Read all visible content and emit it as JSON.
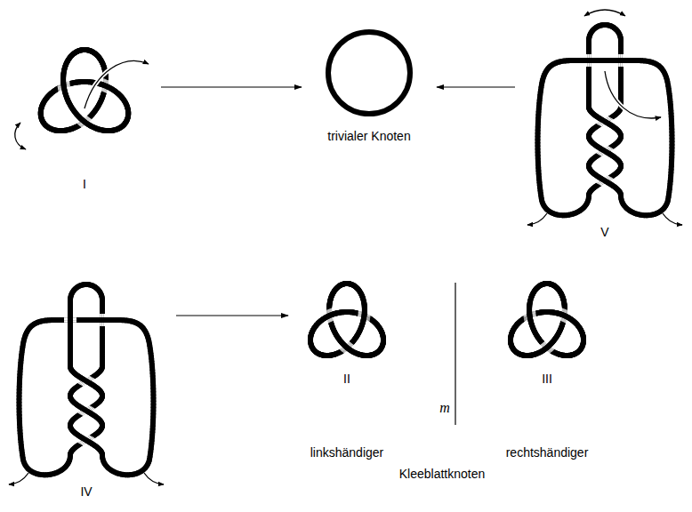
{
  "diagram": {
    "nodes": [
      {
        "text": [
          "I"
        ]
      },
      {
        "text": [
          "trivialer Knoten"
        ]
      },
      {
        "text": [
          "V"
        ]
      },
      {
        "text": [
          "IV"
        ]
      },
      {
        "text": [
          "II"
        ]
      },
      {
        "text": [
          "III"
        ]
      }
    ],
    "edges": [
      {
        "from": 0,
        "to": 1,
        "arrow": "to"
      },
      {
        "from": 2,
        "to": 1,
        "arrow": "to"
      },
      {
        "from": 3,
        "to": 4,
        "arrow": "to"
      }
    ],
    "labels": [
      "m",
      "linkshändiger",
      "rechtshändiger",
      "Kleeblattknoten"
    ]
  }
}
